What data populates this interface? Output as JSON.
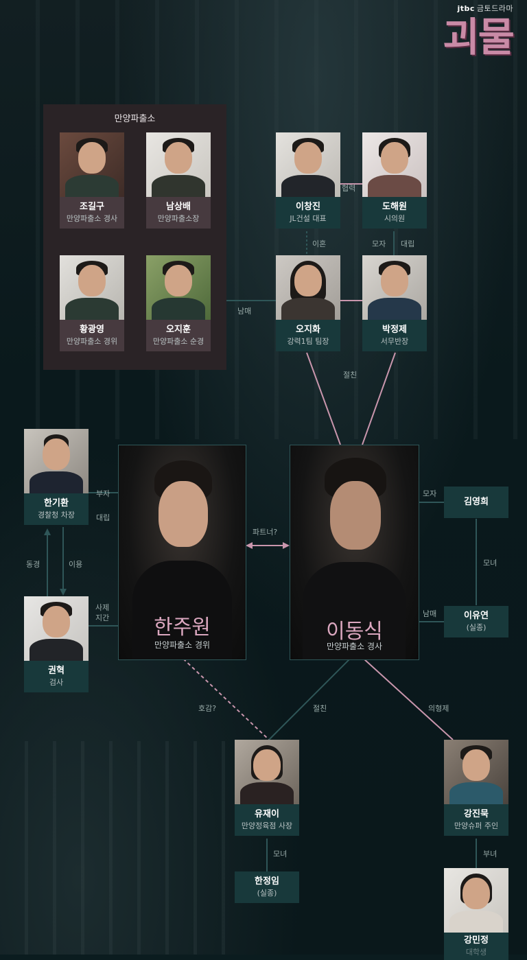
{
  "header": {
    "network": "jtbc",
    "slot": "금토드라마",
    "title": "괴물"
  },
  "group": {
    "title": "만양파출소"
  },
  "people": {
    "jo_gilgu": {
      "name": "조길구",
      "role": "만양파출소 경사"
    },
    "nam_sangbae": {
      "name": "남상배",
      "role": "만양파출소장"
    },
    "hwang_gwangyoung": {
      "name": "황광영",
      "role": "만양파출소 경위"
    },
    "oh_jihoon": {
      "name": "오지훈",
      "role": "만양파출소 순경"
    },
    "lee_changjin": {
      "name": "이창진",
      "role": "JL건설 대표"
    },
    "do_haewon": {
      "name": "도해원",
      "role": "시의원"
    },
    "oh_jihwa": {
      "name": "오지화",
      "role": "강력1팀 팀장"
    },
    "park_jeongje": {
      "name": "박정제",
      "role": "서무반장"
    },
    "han_gihwan": {
      "name": "한기환",
      "role": "경찰청 차장"
    },
    "kwon_hyuk": {
      "name": "권혁",
      "role": "검사"
    },
    "han_juwon": {
      "name": "한주원",
      "role": "만양파출소 경위"
    },
    "lee_dongsik": {
      "name": "이동식",
      "role": "만양파출소 경사"
    },
    "kim_younghee": {
      "name": "김영희",
      "role": ""
    },
    "lee_yuyeon": {
      "name": "이유연",
      "role": "(실종)"
    },
    "yoo_jaei": {
      "name": "유재이",
      "role": "만양정육점 사장"
    },
    "han_jeongim": {
      "name": "한정임",
      "role": "(실종)"
    },
    "kang_jinmuk": {
      "name": "강진묵",
      "role": "만양슈퍼 주인"
    },
    "kang_minjeong": {
      "name": "강민정",
      "role": "대학생"
    }
  },
  "relations": {
    "cooperate": "협력",
    "divorce": "이혼",
    "mother_son": "모자",
    "conflict": "대립",
    "siblings": "남매",
    "best_friend": "절친",
    "father_son": "부자",
    "conflict2": "대립",
    "admire": "동경",
    "use": "이용",
    "secret_meeting": "사제\n지간",
    "partner": "파트너?",
    "mother_son2": "모자",
    "mother_daughter": "모녀",
    "siblings2": "남매",
    "crush": "호감?",
    "best_friend2": "절친",
    "sworn_brother": "의형제",
    "mother_daughter2": "모녀",
    "father_daughter": "부녀"
  },
  "colors": {
    "accent_pink": "#c996ad",
    "teal_label": "#18393b",
    "group_bg": "#2a2326"
  }
}
